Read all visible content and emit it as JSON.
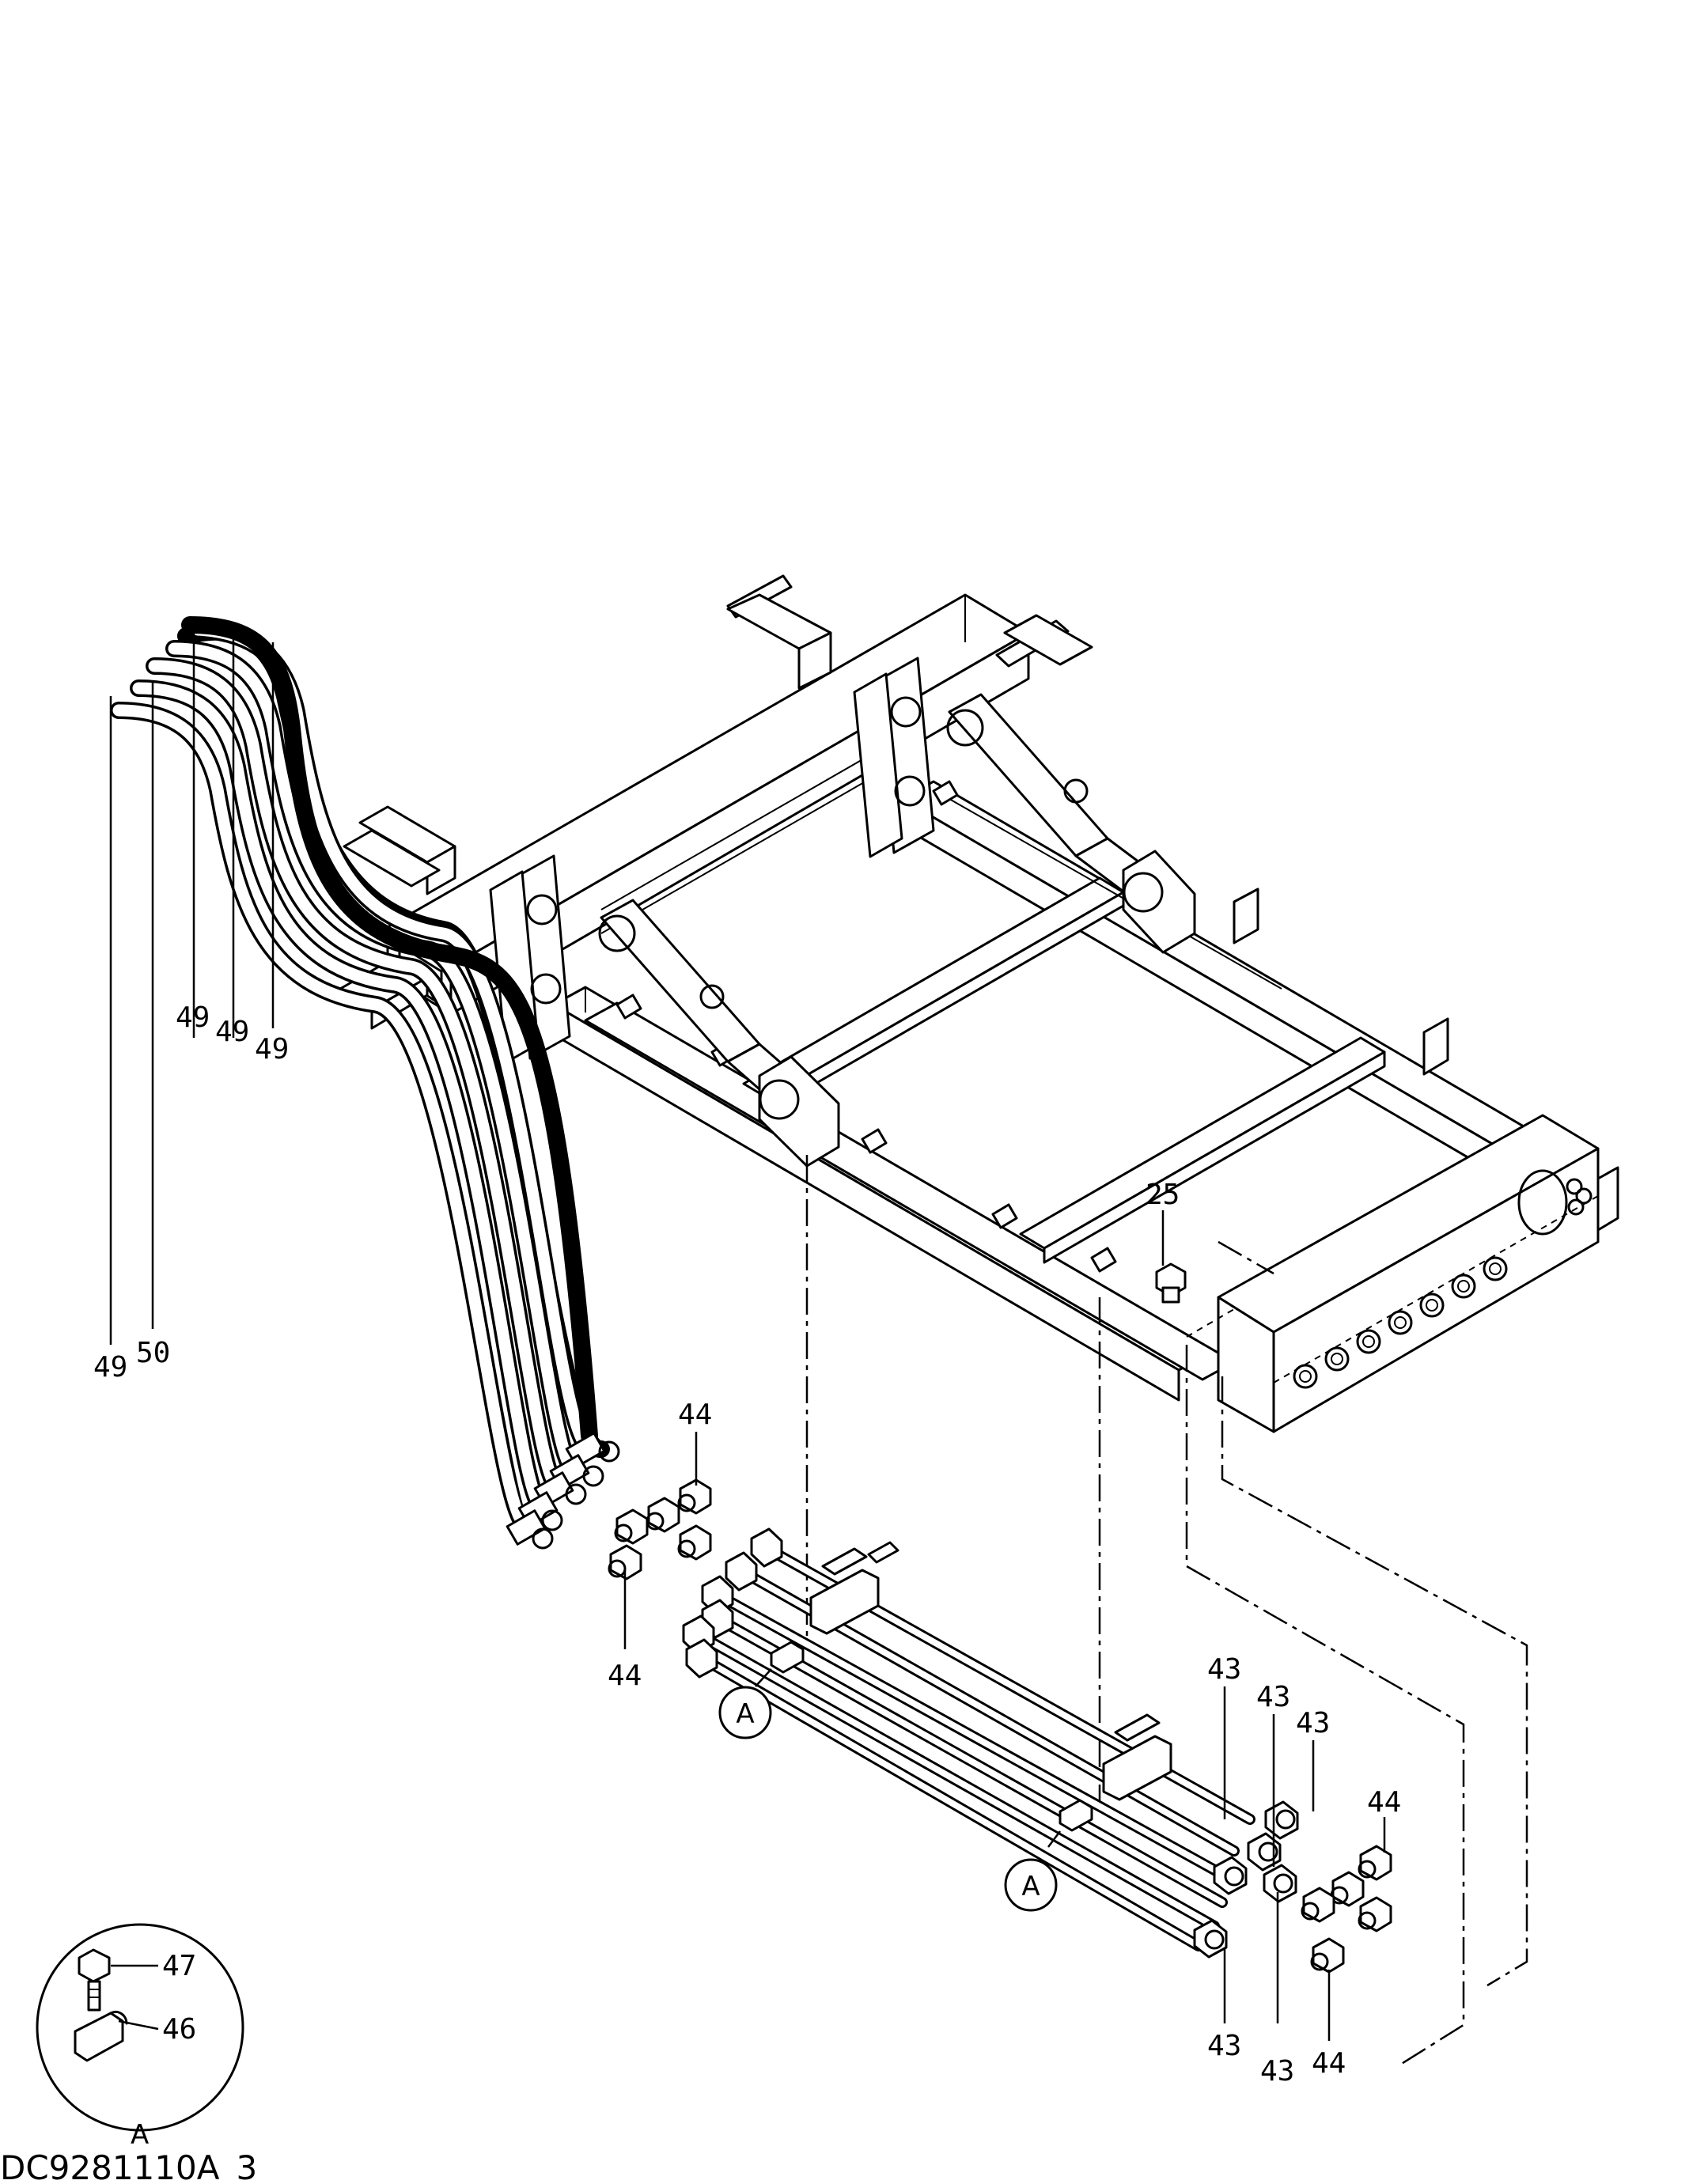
{
  "drawing_id": "DC9281110A_3",
  "callouts": {
    "c49a": "49",
    "c49b": "49",
    "c49c": "49",
    "c49d": "49",
    "c50": "50",
    "c25": "25",
    "c44a": "44",
    "c44b": "44",
    "c44c": "44",
    "c44d": "44",
    "c43a": "43",
    "c43b": "43",
    "c43c": "43",
    "c43d": "43",
    "c43e": "43",
    "c47": "47",
    "c46": "46"
  },
  "view_refs": {
    "ref1": "A",
    "ref2": "A"
  },
  "detail": {
    "label": "A"
  }
}
